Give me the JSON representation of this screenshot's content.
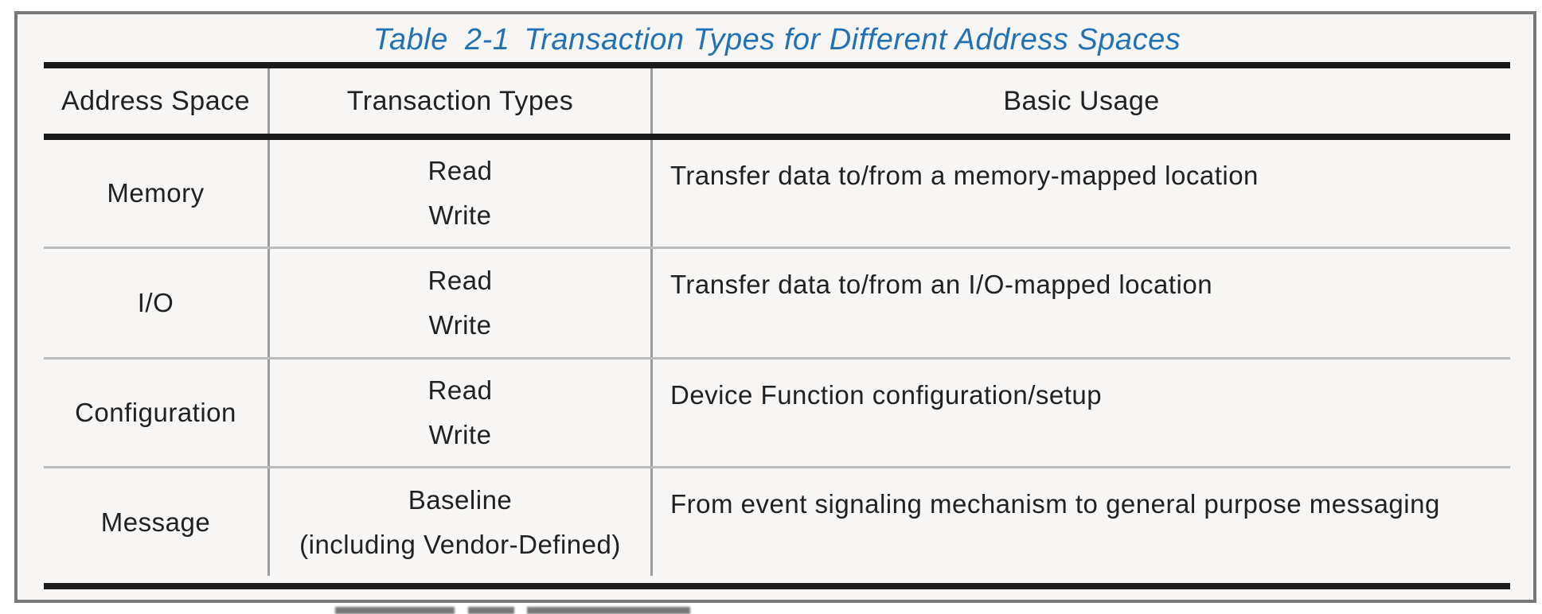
{
  "caption": {
    "label": "Table 2-1",
    "text": "Transaction Types for Different Address Spaces"
  },
  "table": {
    "columns": [
      "Address Space",
      "Transaction Types",
      "Basic Usage"
    ],
    "rows": [
      {
        "address_space": "Memory",
        "transaction_types": [
          "Read",
          "Write"
        ],
        "basic_usage": "Transfer data to/from a memory-mapped location"
      },
      {
        "address_space": "I/O",
        "transaction_types": [
          "Read",
          "Write"
        ],
        "basic_usage": "Transfer data to/from an I/O-mapped location"
      },
      {
        "address_space": "Configuration",
        "transaction_types": [
          "Read",
          "Write"
        ],
        "basic_usage": "Device Function configuration/setup"
      },
      {
        "address_space": "Message",
        "transaction_types": [
          "Baseline",
          "(including Vendor-Defined)"
        ],
        "basic_usage": "From event signaling mechanism to general purpose messaging"
      }
    ]
  },
  "colors": {
    "caption_blue": "#2171b4",
    "rule_black": "#1a1a1a",
    "grid_gray": "#9c9c9c",
    "row_separator": "#bcbcbc",
    "text": "#212121",
    "sheet_background": "#f7f6f4",
    "sheet_border": "#787878"
  }
}
